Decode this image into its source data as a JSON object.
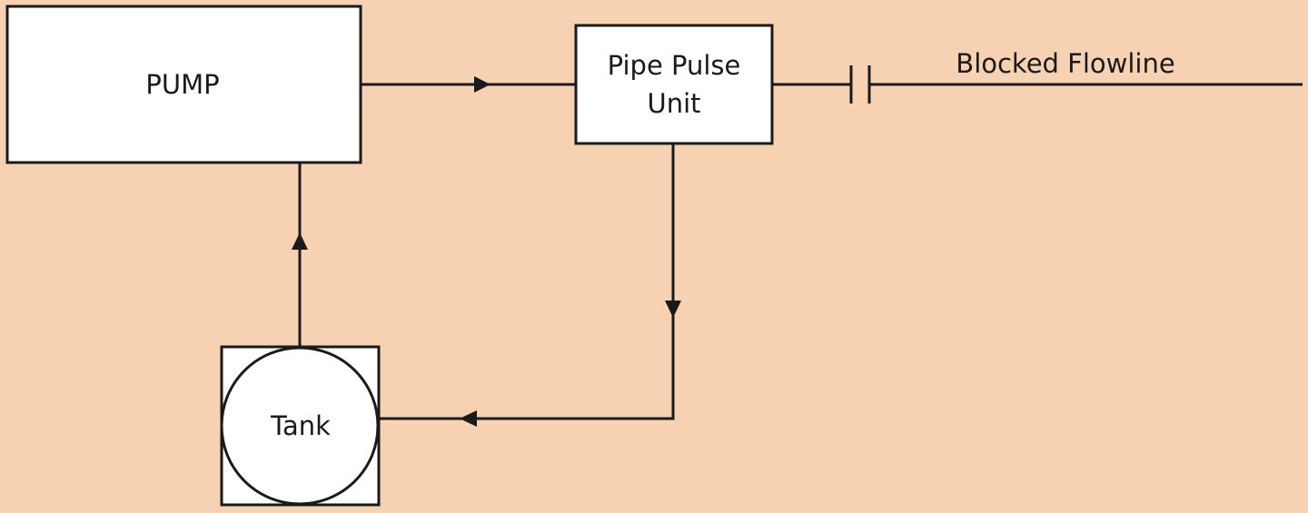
{
  "diagram": {
    "pump": {
      "label": "PUMP"
    },
    "pulse_unit": {
      "line1": "Pipe Pulse",
      "line2": "Unit"
    },
    "tank": {
      "label": "Tank"
    },
    "flowline": {
      "label": "Blocked Flowline"
    }
  }
}
